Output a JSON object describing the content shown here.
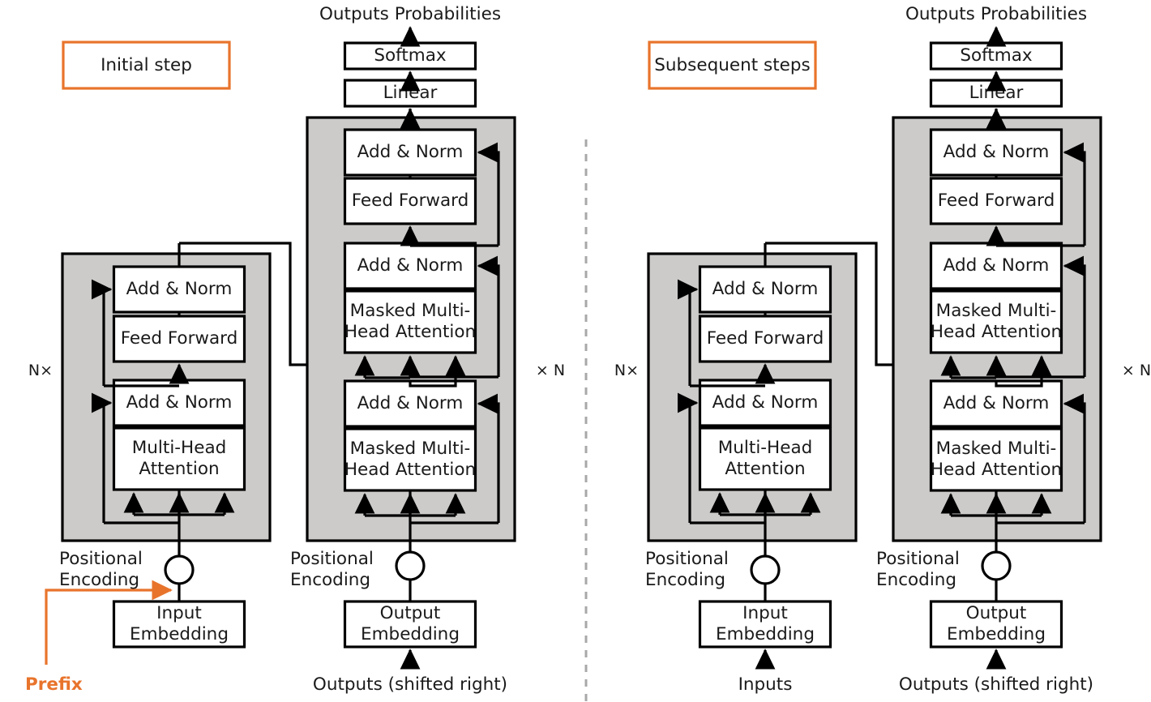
{
  "colors": {
    "accent": "#e8742c",
    "group_fill": "#cccbca",
    "block_fill": "#ffffff",
    "stroke": "#000000",
    "divider": "#a8a8a8"
  },
  "panels": [
    {
      "id": "initial",
      "legend": "Initial step",
      "encoder": {
        "repeat_label": "N×",
        "blocks": [
          {
            "label": "Add & Norm"
          },
          {
            "label": "Feed Forward"
          },
          {
            "label": "Add & Norm"
          },
          {
            "label": "Multi-Head\nAttention"
          }
        ],
        "positional_encoding": "Positional\nEncoding",
        "embedding": "Input\nEmbedding",
        "bottom_label": "",
        "prefix_label": "Prefix"
      },
      "decoder": {
        "repeat_label": "× N",
        "top_label": "Outputs Probabilities",
        "head_blocks": [
          {
            "label": "Softmax"
          },
          {
            "label": "Linear"
          }
        ],
        "blocks": [
          {
            "label": "Add & Norm"
          },
          {
            "label": "Feed Forward"
          },
          {
            "label": "Add & Norm"
          },
          {
            "label": "Masked Multi-\nHead Attention"
          },
          {
            "label": "Add & Norm"
          },
          {
            "label": "Masked Multi-\nHead Attention"
          }
        ],
        "positional_encoding": "Positional\nEncoding",
        "embedding": "Output\nEmbedding",
        "bottom_label": "Outputs (shifted right)"
      }
    },
    {
      "id": "subsequent",
      "legend": "Subsequent steps",
      "encoder": {
        "repeat_label": "N×",
        "blocks": [
          {
            "label": "Add & Norm"
          },
          {
            "label": "Feed Forward"
          },
          {
            "label": "Add & Norm"
          },
          {
            "label": "Multi-Head\nAttention"
          }
        ],
        "positional_encoding": "Positional\nEncoding",
        "embedding": "Input\nEmbedding",
        "bottom_label": "Inputs",
        "prefix_label": ""
      },
      "decoder": {
        "repeat_label": "× N",
        "top_label": "Outputs Probabilities",
        "head_blocks": [
          {
            "label": "Softmax"
          },
          {
            "label": "Linear"
          }
        ],
        "blocks": [
          {
            "label": "Add & Norm"
          },
          {
            "label": "Feed Forward"
          },
          {
            "label": "Add & Norm"
          },
          {
            "label": "Masked Multi-\nHead Attention"
          },
          {
            "label": "Add & Norm"
          },
          {
            "label": "Masked Multi-\nHead Attention"
          }
        ],
        "positional_encoding": "Positional\nEncoding",
        "embedding": "Output\nEmbedding",
        "bottom_label": "Outputs (shifted right)"
      }
    }
  ]
}
